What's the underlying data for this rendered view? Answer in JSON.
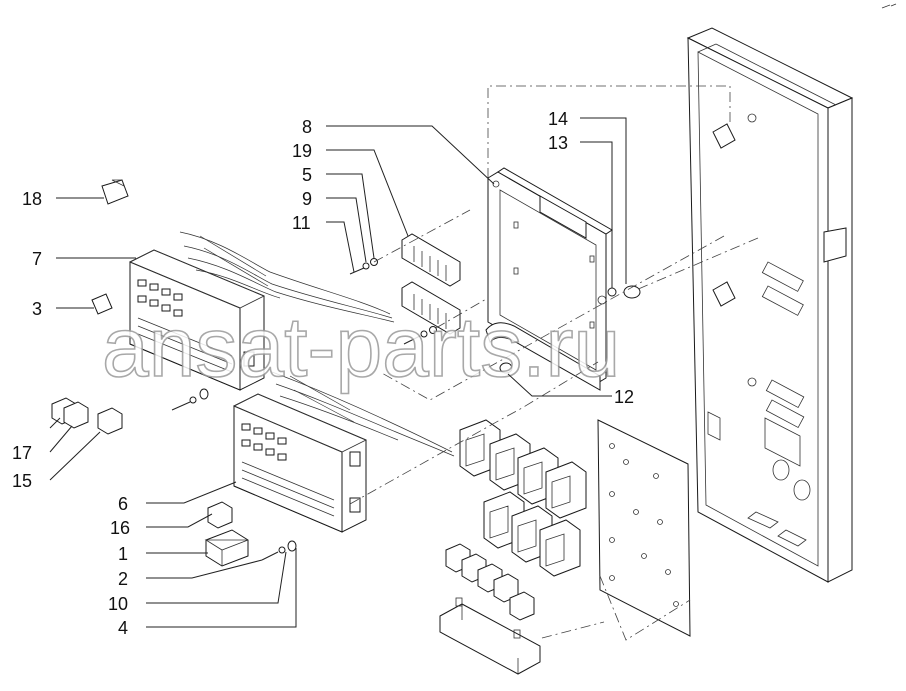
{
  "diagram": {
    "watermark": "ansat-parts.ru",
    "callouts": [
      {
        "id": "c18",
        "label": "18"
      },
      {
        "id": "c7",
        "label": "7"
      },
      {
        "id": "c3",
        "label": "3"
      },
      {
        "id": "c17",
        "label": "17"
      },
      {
        "id": "c15",
        "label": "15"
      },
      {
        "id": "c6",
        "label": "6"
      },
      {
        "id": "c16",
        "label": "16"
      },
      {
        "id": "c1",
        "label": "1"
      },
      {
        "id": "c2",
        "label": "2"
      },
      {
        "id": "c10",
        "label": "10"
      },
      {
        "id": "c4",
        "label": "4"
      },
      {
        "id": "c8",
        "label": "8"
      },
      {
        "id": "c19",
        "label": "19"
      },
      {
        "id": "c5",
        "label": "5"
      },
      {
        "id": "c9",
        "label": "9"
      },
      {
        "id": "c11",
        "label": "11"
      },
      {
        "id": "c14",
        "label": "14"
      },
      {
        "id": "c13",
        "label": "13"
      },
      {
        "id": "c12",
        "label": "12"
      }
    ]
  }
}
